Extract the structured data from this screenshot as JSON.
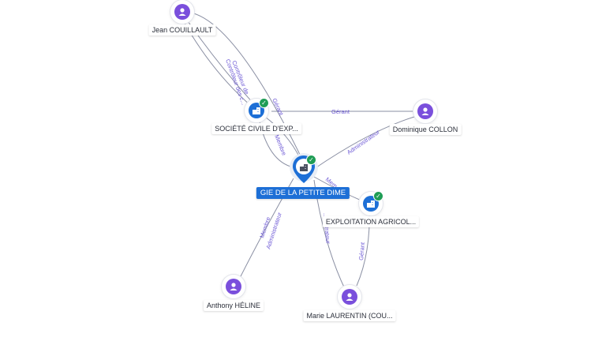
{
  "nodes": {
    "jean": {
      "name": "Jean COUILLAULT",
      "icon": "person-icon"
    },
    "societe": {
      "name": "SOCIÉTÉ CIVILE D'EXP...",
      "icon": "building-icon",
      "verified": true
    },
    "dominique": {
      "name": "Dominique COLLON",
      "icon": "person-icon"
    },
    "gie": {
      "name": "GIE DE LA PETITE DIME",
      "icon": "building-icon",
      "verified": true
    },
    "exploitation": {
      "name": "EXPLOITATION AGRICOL...",
      "icon": "building-icon",
      "verified": true
    },
    "anthony": {
      "name": "Anthony HÉLINE",
      "icon": "person-icon"
    },
    "marie": {
      "name": "Marie LAURENTIN (COU...",
      "icon": "person-icon"
    }
  },
  "edges": {
    "jean_societe_1": "Contrôleur de",
    "jean_societe_2": "Contrôleur des c...",
    "jean_gie": "Gérant",
    "dominique_societe": "Gérant",
    "dominique_gie": "Administrateur",
    "societe_gie": "Membre",
    "exploitation_gie": "Mem...",
    "anthony_gie_1": "Membre",
    "anthony_gie_2": "Administrateur",
    "marie_gie": "...inistrateur",
    "marie_exploitation": "Gérant"
  },
  "colors": {
    "person": "#7a4fdc",
    "company": "#1d6fd6",
    "verified": "#1f9d55",
    "edge_label": "#6f5bd6"
  }
}
